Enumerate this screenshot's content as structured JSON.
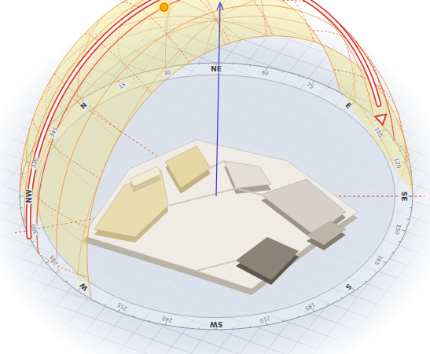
{
  "diagram": {
    "labels": [
      "N",
      "15",
      "30",
      "NE",
      "60",
      "75",
      "E",
      "105",
      "120",
      "SE",
      "150",
      "165",
      "S",
      "195",
      "210",
      "SW",
      "240",
      "255",
      "W",
      "285",
      "300",
      "NW",
      "330",
      "345"
    ]
  }
}
